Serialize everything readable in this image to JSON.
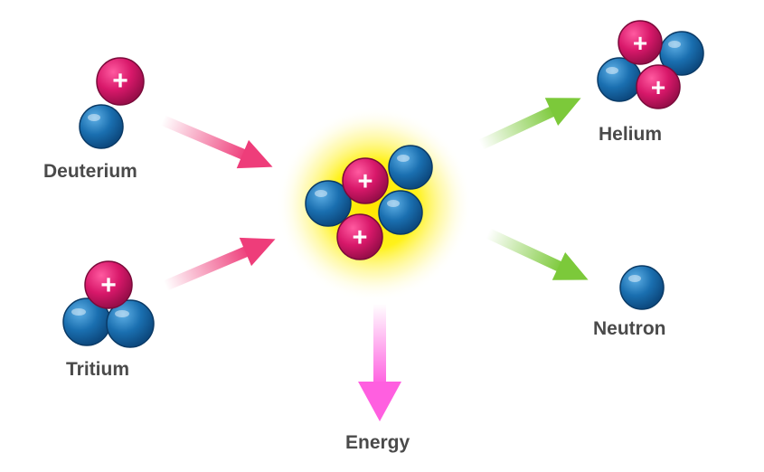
{
  "labels": {
    "deuterium": "Deuterium",
    "tritium": "Tritium",
    "helium": "Helium",
    "neutron": "Neutron",
    "energy": "Energy"
  },
  "particles": {
    "proton_symbol": "+"
  },
  "colors": {
    "proton": "#d8186a",
    "neutron": "#1a6fb0",
    "glow": "#ffe600",
    "input_arrow": "#ee3d7a",
    "output_arrow": "#7cc93a",
    "energy_arrow": "#ff5fe0",
    "label_text": "#4a4a4a"
  }
}
